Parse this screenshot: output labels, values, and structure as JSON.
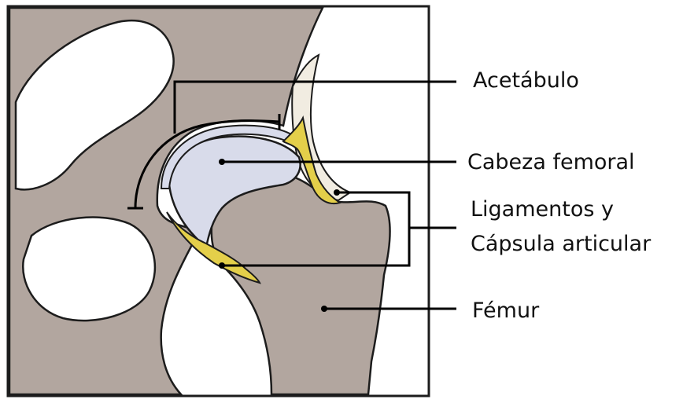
{
  "labels": {
    "acetabulo": "Acetábulo",
    "cabeza_femoral": "Cabeza femoral",
    "ligamentos_line1": "Ligamentos y",
    "ligamentos_line2": "Cápsula articular",
    "femur": "Fémur"
  },
  "colors": {
    "bone": "#b2a69f",
    "bone_outline": "#1c1c1c",
    "cartilage": "#d8dbea",
    "ligament": "#e4cf4a",
    "capsule": "#f1ece1",
    "leader": "#000000",
    "background": "#ffffff"
  }
}
